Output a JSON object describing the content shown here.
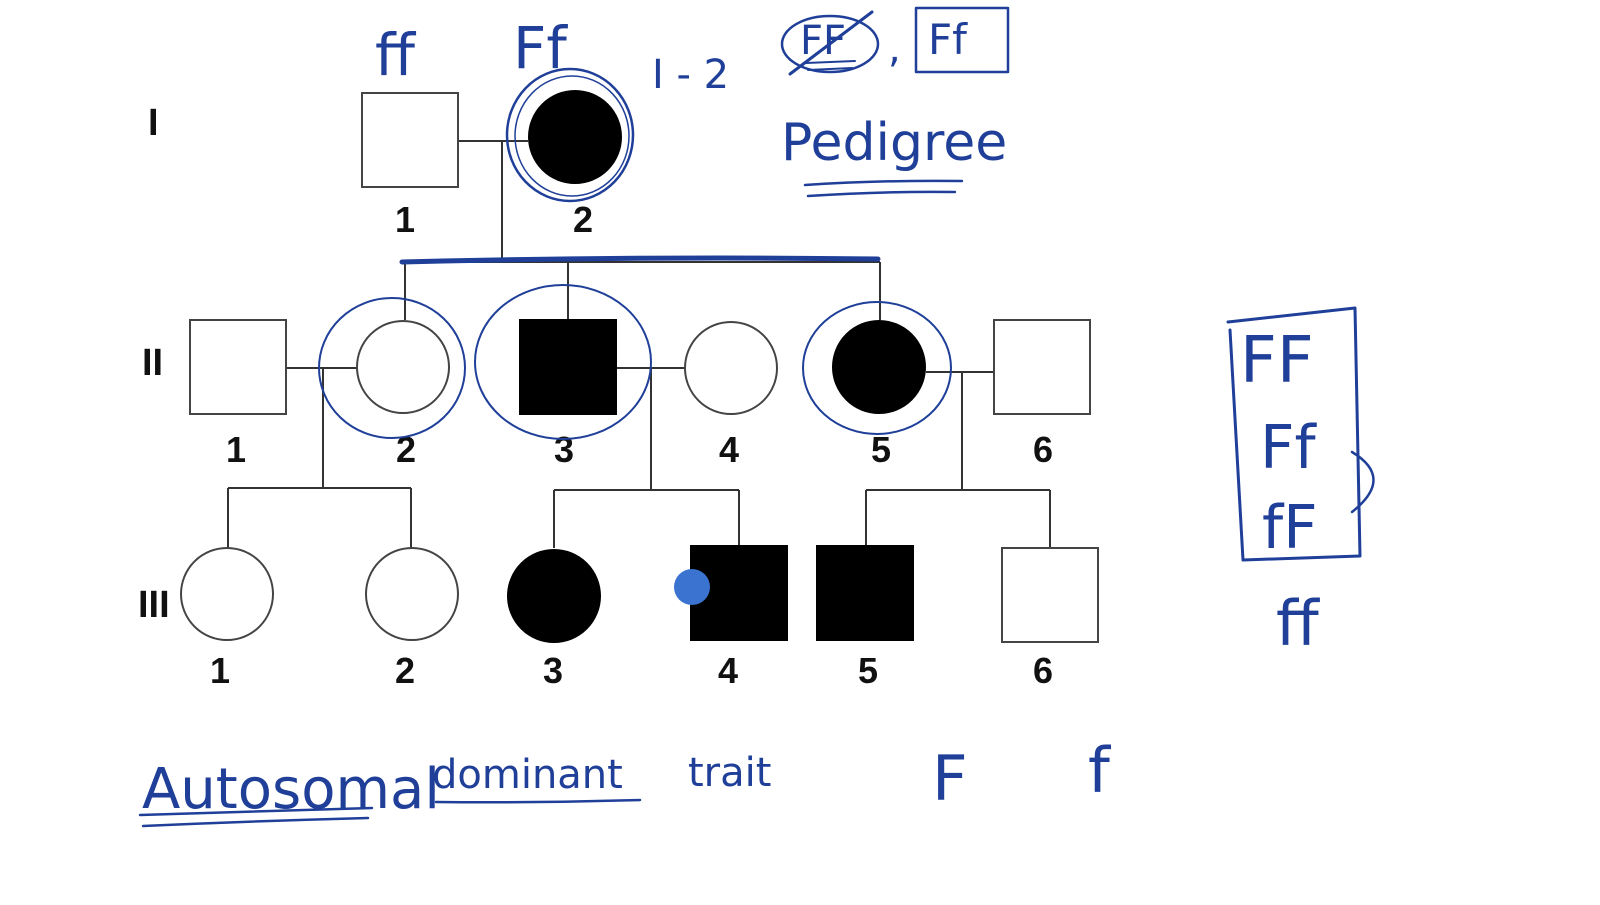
{
  "generations": [
    {
      "label": "I",
      "members": [
        {
          "number": "1",
          "sex": "male",
          "affected": false
        },
        {
          "number": "2",
          "sex": "female",
          "affected": true
        }
      ]
    },
    {
      "label": "II",
      "members": [
        {
          "number": "1",
          "sex": "male",
          "affected": false
        },
        {
          "number": "2",
          "sex": "female",
          "affected": false
        },
        {
          "number": "3",
          "sex": "male",
          "affected": true
        },
        {
          "number": "4",
          "sex": "female",
          "affected": false
        },
        {
          "number": "5",
          "sex": "female",
          "affected": true
        },
        {
          "number": "6",
          "sex": "male",
          "affected": false
        }
      ]
    },
    {
      "label": "III",
      "members": [
        {
          "number": "1",
          "sex": "female",
          "affected": false
        },
        {
          "number": "2",
          "sex": "female",
          "affected": false
        },
        {
          "number": "3",
          "sex": "female",
          "affected": true
        },
        {
          "number": "4",
          "sex": "male",
          "affected": true
        },
        {
          "number": "5",
          "sex": "male",
          "affected": true
        },
        {
          "number": "6",
          "sex": "male",
          "affected": false
        }
      ]
    }
  ],
  "annotations": {
    "genotype_I1": "ff",
    "genotype_I2": "Ff",
    "ref_I2": "I - 2",
    "crossed_option": "FF",
    "comma": ",",
    "boxed_option": "Ff",
    "pedigree_word": "Pedigree",
    "box_FF": "FF",
    "box_Ff": "Ff",
    "box_fF": "fF",
    "below_box": "ff",
    "trait_word1": "Autosomal",
    "trait_word2": "dominant",
    "trait_word3": "trait",
    "allele_F": "F",
    "allele_f": "f"
  },
  "colors": {
    "ink": "#1f3f99",
    "cursor": "#3a74d0",
    "affected": "#000000"
  }
}
